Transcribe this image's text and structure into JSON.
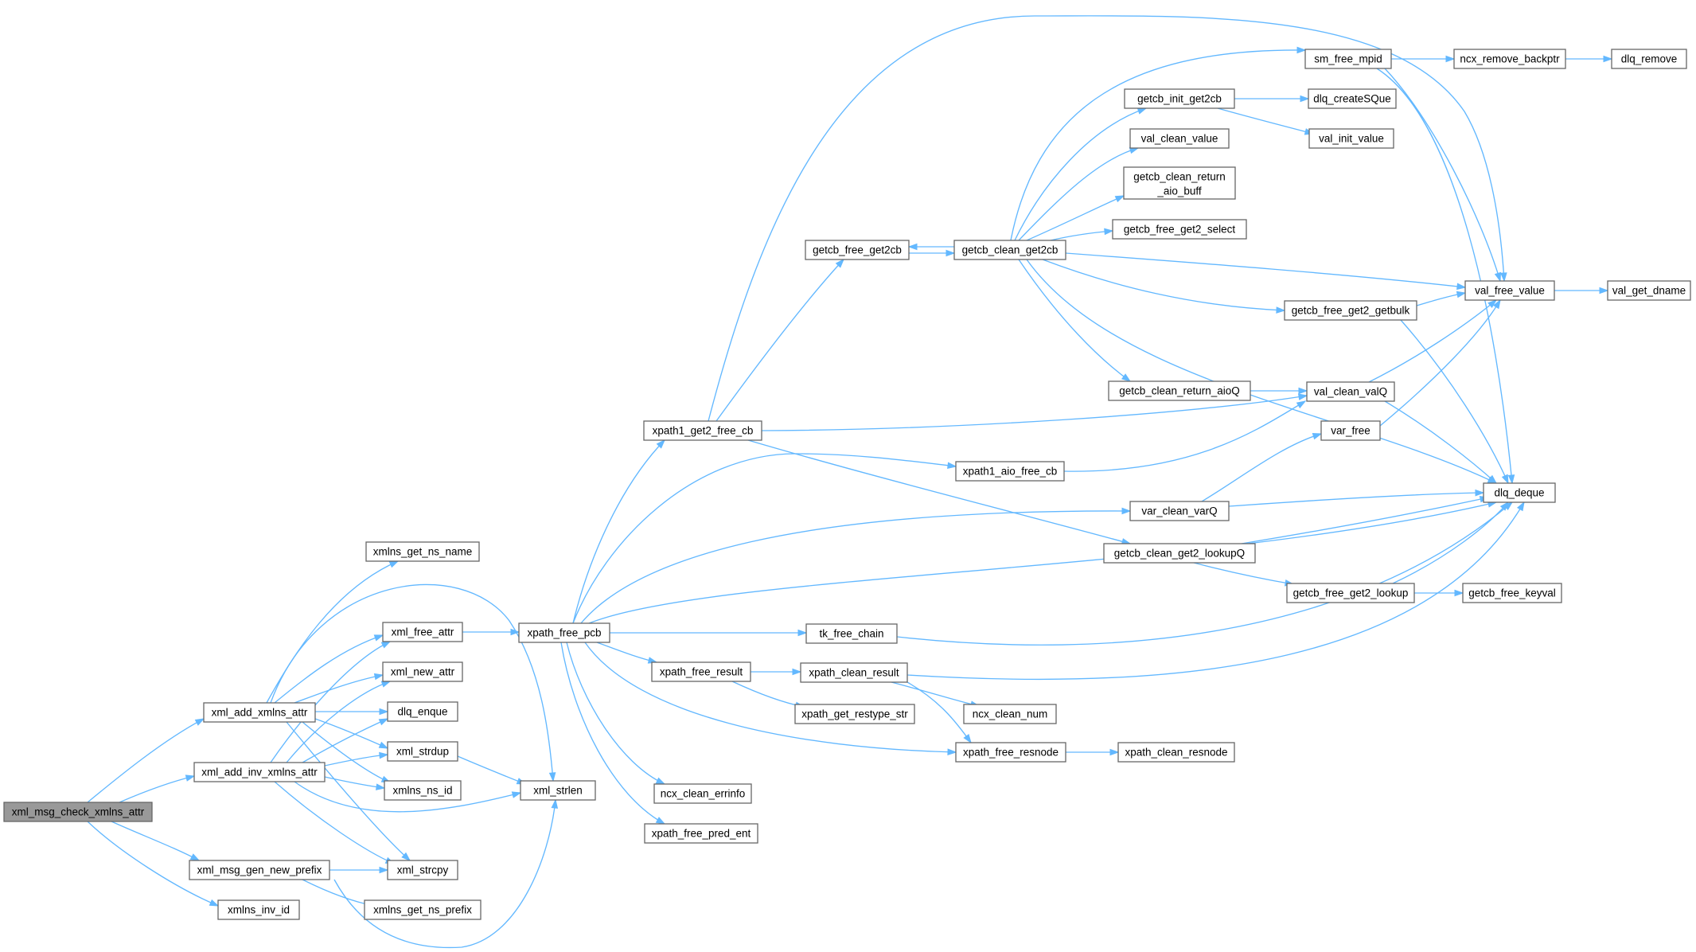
{
  "colors": {
    "edge": "#63b8ff",
    "node_border": "#666666",
    "node_fill": "#ffffff",
    "root_fill": "#999999",
    "text": "#000000"
  },
  "nodes": {
    "xml_msg_check_xmlns_attr": "xml_msg_check_xmlns_attr",
    "xml_add_xmlns_attr": "xml_add_xmlns_attr",
    "xml_add_inv_xmlns_attr": "xml_add_inv_xmlns_attr",
    "xml_msg_gen_new_prefix": "xml_msg_gen_new_prefix",
    "xmlns_inv_id": "xmlns_inv_id",
    "xmlns_get_ns_name": "xmlns_get_ns_name",
    "xml_free_attr": "xml_free_attr",
    "xml_new_attr": "xml_new_attr",
    "dlq_enque": "dlq_enque",
    "xml_strdup": "xml_strdup",
    "xmlns_ns_id": "xmlns_ns_id",
    "xml_strcpy": "xml_strcpy",
    "xmlns_get_ns_prefix": "xmlns_get_ns_prefix",
    "xml_strlen": "xml_strlen",
    "xpath_free_pcb": "xpath_free_pcb",
    "xpath1_get2_free_cb": "xpath1_get2_free_cb",
    "xpath_free_result": "xpath_free_result",
    "ncx_clean_errinfo": "ncx_clean_errinfo",
    "xpath_free_pred_ent": "xpath_free_pred_ent",
    "getcb_free_get2cb": "getcb_free_get2cb",
    "tk_free_chain": "tk_free_chain",
    "xpath_clean_result": "xpath_clean_result",
    "xpath_get_restype_str": "xpath_get_restype_str",
    "getcb_clean_get2cb": "getcb_clean_get2cb",
    "xpath1_aio_free_cb": "xpath1_aio_free_cb",
    "ncx_clean_num": "ncx_clean_num",
    "xpath_free_resnode": "xpath_free_resnode",
    "sm_free_mpid": "sm_free_mpid",
    "getcb_init_get2cb": "getcb_init_get2cb",
    "val_clean_value": "val_clean_value",
    "getcb_clean_return_aio_buff_l1": "getcb_clean_return",
    "getcb_clean_return_aio_buff_l2": "_aio_buff",
    "getcb_free_get2_select": "getcb_free_get2_select",
    "getcb_clean_return_aioQ": "getcb_clean_return_aioQ",
    "var_clean_varQ": "var_clean_varQ",
    "getcb_clean_get2_lookupQ": "getcb_clean_get2_lookupQ",
    "xpath_clean_resnode": "xpath_clean_resnode",
    "ncx_remove_backptr": "ncx_remove_backptr",
    "dlq_createSQue": "dlq_createSQue",
    "val_init_value": "val_init_value",
    "getcb_free_get2_getbulk": "getcb_free_get2_getbulk",
    "val_clean_valQ": "val_clean_valQ",
    "var_free": "var_free",
    "getcb_free_get2_lookup": "getcb_free_get2_lookup",
    "dlq_remove": "dlq_remove",
    "val_free_value": "val_free_value",
    "dlq_deque": "dlq_deque",
    "getcb_free_keyval": "getcb_free_keyval",
    "val_get_dname": "val_get_dname"
  }
}
